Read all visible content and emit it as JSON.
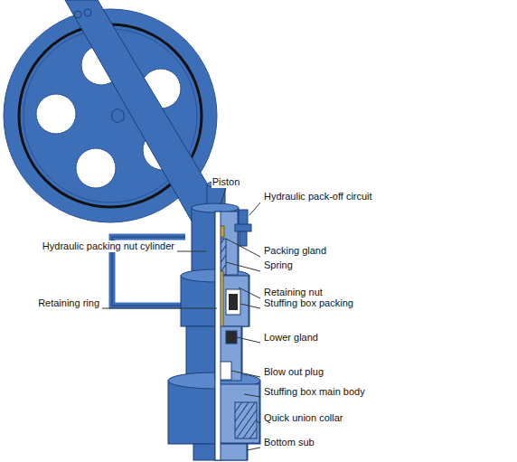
{
  "diagram": {
    "labels": [
      "Piston",
      "Hydraulic pack-off circuit",
      "Hydraulic packing nut cylinder",
      "Packing gland",
      "Spring",
      "Retaining ring",
      "Retaining nut",
      "Stuffing box packing",
      "Lower gland",
      "Blow out plug",
      "Stuffing box main body",
      "Quick union collar",
      "Bottom sub"
    ]
  }
}
